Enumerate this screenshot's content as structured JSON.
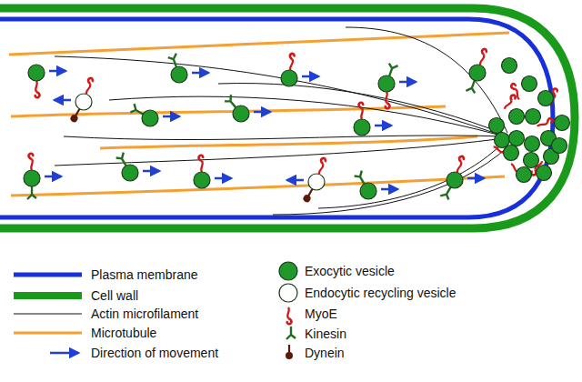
{
  "diagram": {
    "legend": [
      {
        "text": "Plasma membrane"
      },
      {
        "text": "Cell wall"
      },
      {
        "text": "Actin microfilament"
      },
      {
        "text": "Microtubule"
      },
      {
        "text": "Direction of movement"
      },
      {
        "text": "Exocytic vesicle"
      },
      {
        "text": "Endocytic recycling vesicle"
      },
      {
        "text": "MyoE"
      },
      {
        "text": "Kinesin"
      },
      {
        "text": "Dynein"
      }
    ]
  }
}
